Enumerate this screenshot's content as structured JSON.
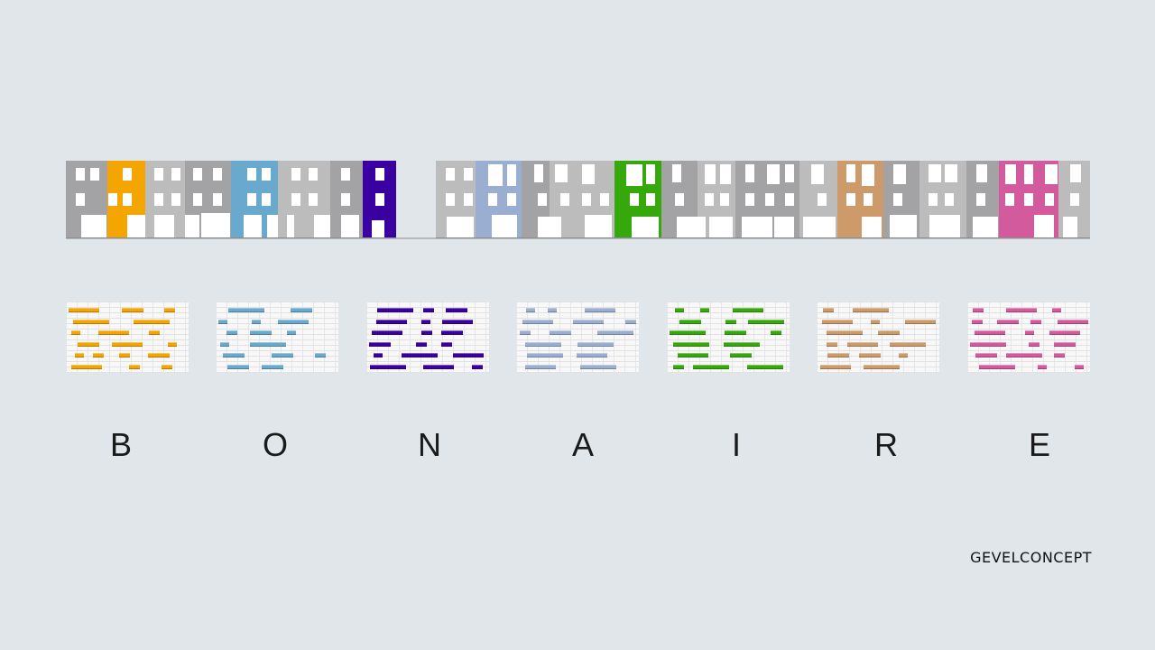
{
  "title_letters": [
    "B",
    "O",
    "N",
    "A",
    "I",
    "R",
    "E"
  ],
  "brand": "GEVELCONCEPT",
  "accent_colors": [
    "#f5a500",
    "#69a9ce",
    "#3b00a1",
    "#9aaed1",
    "#35a80c",
    "#cd9a6a",
    "#d45a9e"
  ],
  "facade_greys": [
    "#a3a3a6",
    "#bcbcbc",
    "#b0b0b2"
  ]
}
